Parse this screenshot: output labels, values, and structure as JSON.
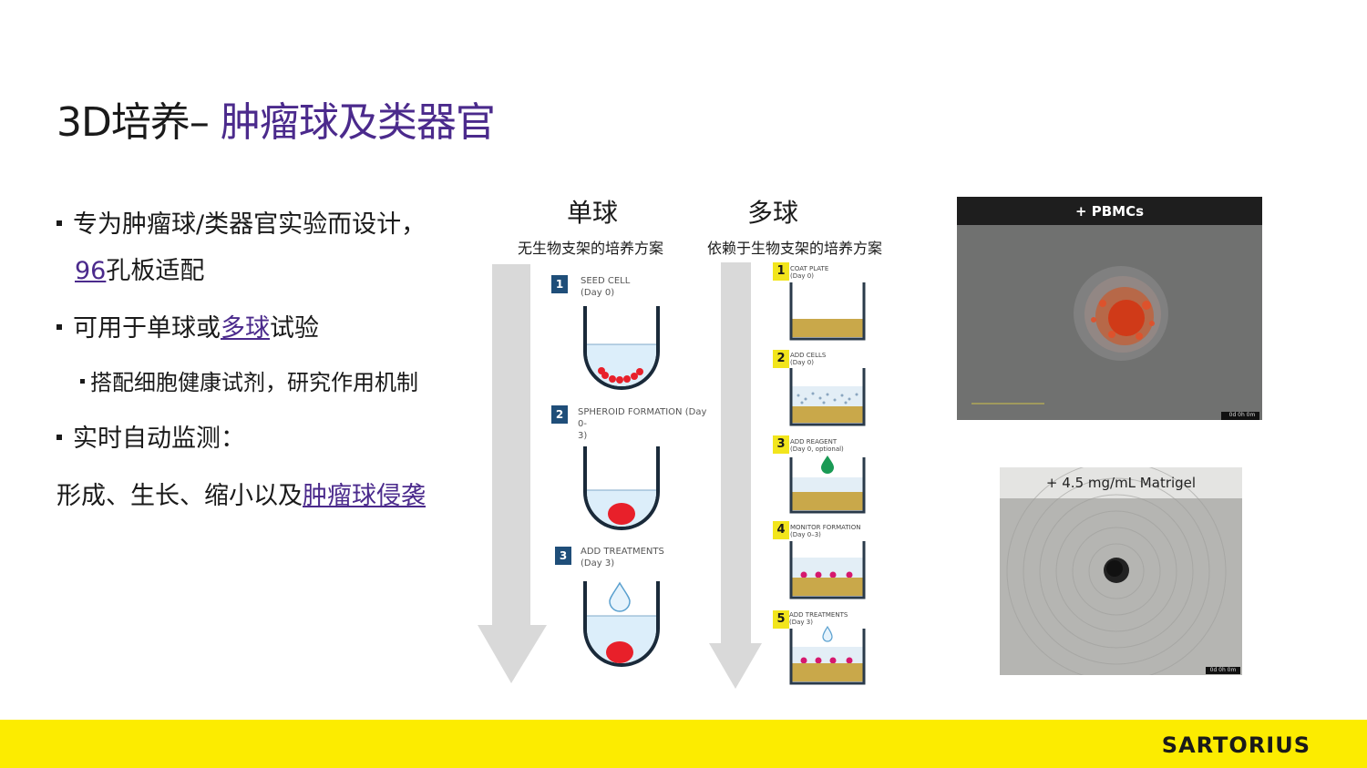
{
  "title": {
    "prefix": "3D培养– ",
    "accent": "肿瘤球及类器官"
  },
  "bullets": {
    "b1_line1": "专为肿瘤球/类器官实验而设计，",
    "b1_link": "96",
    "b1_rest": "孔板适配",
    "b2_text": "可用于单球或",
    "b2_link": "多球",
    "b2_rest": "试验",
    "sub1": "搭配细胞健康试剂，研究作用机制",
    "b3": "实时自动监测：",
    "line4_text": "形成、生长、缩小以及",
    "line4_link": "肿瘤球侵袭"
  },
  "single": {
    "heading": "单球",
    "subtitle": "无生物支架的培养方案",
    "steps": [
      {
        "num": "1",
        "label": "SEED CELL",
        "day": "(Day 0)"
      },
      {
        "num": "2",
        "label": "SPHEROID FORMATION (Day 0-",
        "day": "3)"
      },
      {
        "num": "3",
        "label": "ADD TREATMENTS",
        "day": "(Day 3)"
      }
    ]
  },
  "multi": {
    "heading": "多球",
    "subtitle": "依赖于生物支架的培养方案",
    "steps": [
      {
        "num": "1",
        "label": "COAT PLATE",
        "day": "(Day 0)"
      },
      {
        "num": "2",
        "label": "ADD CELLS",
        "day": "(Day 0)"
      },
      {
        "num": "3",
        "label": "ADD REAGENT",
        "day": "(Day 0, optional)"
      },
      {
        "num": "4",
        "label": "MONITOR FORMATION",
        "day": "(Day 0–3)"
      },
      {
        "num": "5",
        "label": "ADD TREATMENTS",
        "day": "(Day 3)"
      }
    ]
  },
  "images": {
    "pbmc_caption": "+ PBMCs",
    "pbmc_timestamp": "0d 0h 0m",
    "matrigel_caption": "+ 4.5 mg/mL Matrigel",
    "matrigel_timestamp": "0d 0h 0m"
  },
  "colors": {
    "accent": "#4b2a8c",
    "footer": "#fcec00",
    "well_yellow": "#c9a84a",
    "cell_red": "#e8202a",
    "badge_blue": "#1f4e79",
    "badge_yellow": "#f2e51c"
  },
  "logo": "SARTORIUS"
}
